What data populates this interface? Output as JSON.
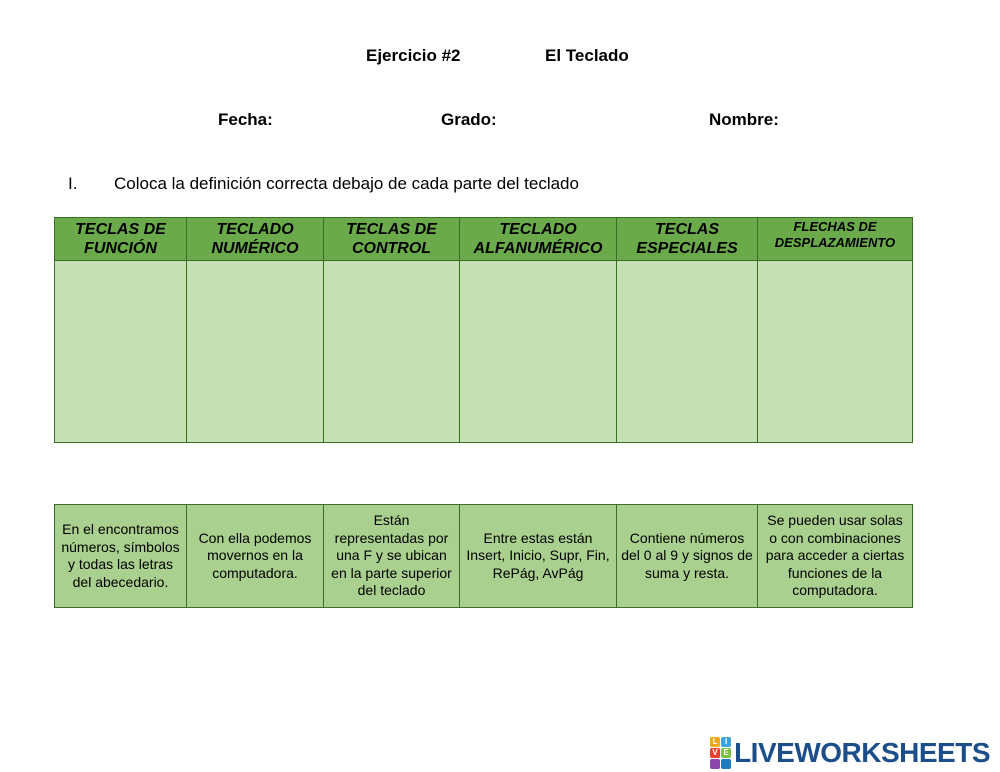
{
  "header": {
    "exercise": "Ejercicio #2",
    "topic": "El Teclado",
    "date_label": "Fecha:",
    "grade_label": "Grado:",
    "name_label": "Nombre:"
  },
  "instruction": {
    "numeral": "I.",
    "text": "Coloca la definición correcta debajo de cada parte del teclado"
  },
  "categories": [
    "TECLAS DE FUNCIÓN",
    "TECLADO NUMÉRICO",
    "TECLAS DE CONTROL",
    "TECLADO ALFANUMÉRICO",
    "TECLAS ESPECIALES",
    "FLECHAS DE DESPLAZAMIENTO"
  ],
  "definitions": [
    "En el encontramos números, símbolos  y todas las letras del abecedario.",
    "Con ella podemos movernos en la computadora.",
    "Están representadas por una F y se ubican en la parte superior del teclado",
    "Entre estas están Insert, Inicio, Supr, Fin, RePág, AvPág",
    "Contiene números del 0 al 9 y signos de suma y resta.",
    "Se pueden usar solas o con combinaciones para acceder a ciertas funciones de la computadora."
  ],
  "logo": {
    "letters": [
      "L",
      "I",
      "V",
      "E",
      "",
      ""
    ],
    "text": "LIVEWORKSHEETS"
  }
}
